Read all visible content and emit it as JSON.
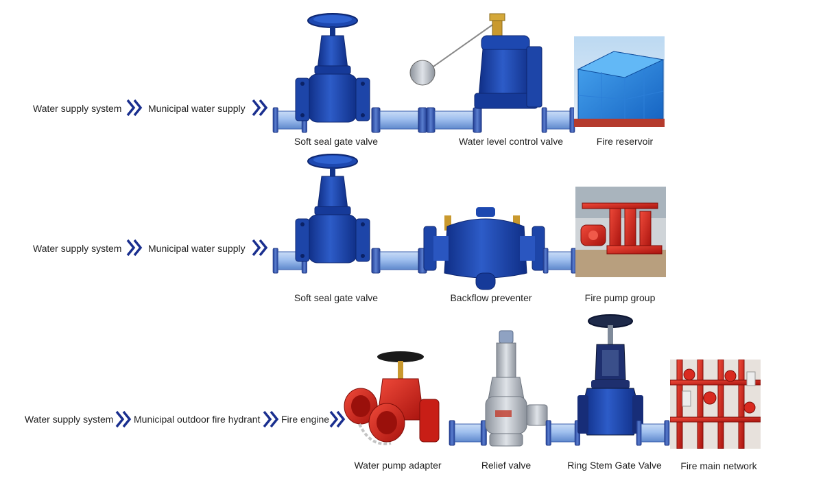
{
  "colors": {
    "chevron": "#1a2f8f",
    "valve_blue": "#1f49b0",
    "valve_dark": "#0e2a77",
    "pipe_light": "#a8c6f0",
    "pipe_mid": "#6f98d8",
    "flange": "#3c5fb8",
    "fire_red": "#d4251c",
    "steel": "#b9bec6"
  },
  "rows": [
    {
      "flow": [
        "Water supply system",
        "Municipal water supply"
      ],
      "components": [
        {
          "caption": "Soft seal gate valve",
          "icon": "gate-valve-icon"
        },
        {
          "caption": "Water level control valve",
          "icon": "float-valve-icon"
        },
        {
          "caption": "Fire reservoir",
          "icon": "water-tank-photo"
        }
      ]
    },
    {
      "flow": [
        "Water supply system",
        "Municipal water supply"
      ],
      "components": [
        {
          "caption": "Soft seal gate valve",
          "icon": "gate-valve-icon"
        },
        {
          "caption": "Backflow preventer",
          "icon": "backflow-preventer-icon"
        },
        {
          "caption": "Fire pump group",
          "icon": "fire-pump-photo"
        }
      ]
    },
    {
      "flow": [
        "Water supply system",
        "Municipal outdoor fire hydrant",
        "Fire engine"
      ],
      "components": [
        {
          "caption": "Water pump adapter",
          "icon": "pump-adapter-icon"
        },
        {
          "caption": "Relief valve",
          "icon": "relief-valve-icon"
        },
        {
          "caption": "Ring Stem Gate Valve",
          "icon": "ring-stem-gate-valve-icon"
        },
        {
          "caption": "Fire main network",
          "icon": "fire-main-network-photo"
        }
      ]
    }
  ]
}
